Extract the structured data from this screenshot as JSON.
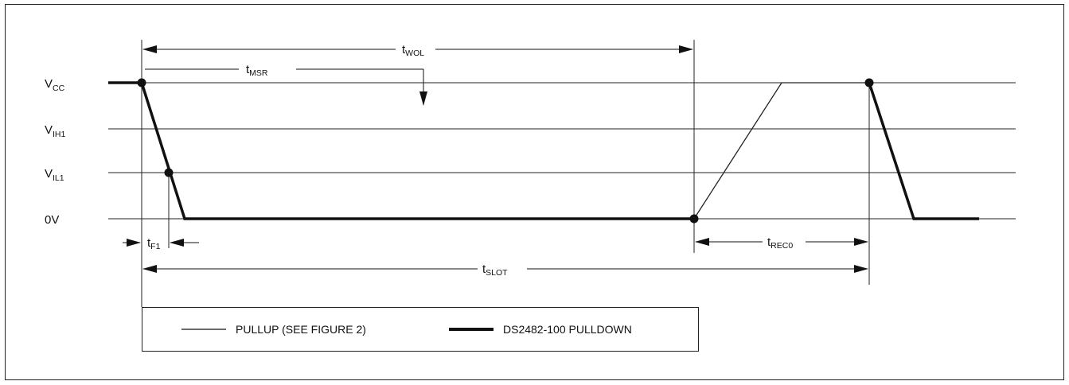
{
  "levels": {
    "vcc": {
      "main": "V",
      "sub": "CC"
    },
    "vih1": {
      "main": "V",
      "sub": "IH1"
    },
    "vil1": {
      "main": "V",
      "sub": "IL1"
    },
    "zero": {
      "main": "0V"
    }
  },
  "timing": {
    "twol": {
      "main": "t",
      "sub": "WOL"
    },
    "tmsr": {
      "main": "t",
      "sub": "MSR"
    },
    "tf1": {
      "main": "t",
      "sub": "F1"
    },
    "treco": {
      "main": "t",
      "sub": "REC0"
    },
    "tslot": {
      "main": "t",
      "sub": "SLOT"
    }
  },
  "legend": {
    "pullup": "PULLUP (SEE FIGURE 2)",
    "pulldown": "DS2482-100 PULLDOWN"
  }
}
